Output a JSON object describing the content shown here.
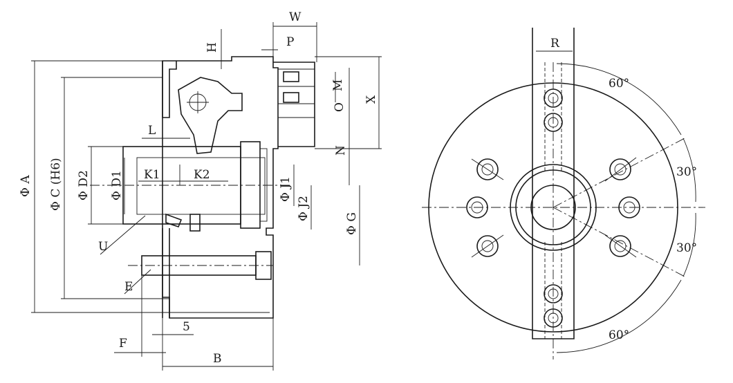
{
  "labels": {
    "W": "W",
    "H": "H",
    "P": "P",
    "M": "M",
    "O": "O",
    "X": "X",
    "N": "N",
    "L": "L",
    "phiA": "Φ A",
    "phiC": "Φ C (H6)",
    "phiD2": "Φ D2",
    "phiD1": "Φ D1",
    "K1": "K1",
    "K2": "K2",
    "phiJ1": "Φ J1",
    "phiJ2": "Φ J2",
    "phiG": "Φ G",
    "U": "U",
    "E": "E",
    "F": "F",
    "five": "5",
    "B": "B",
    "R": "R",
    "ang60top": "60°",
    "ang30a": "30°",
    "ang30b": "30°",
    "ang60bot": "60°"
  }
}
